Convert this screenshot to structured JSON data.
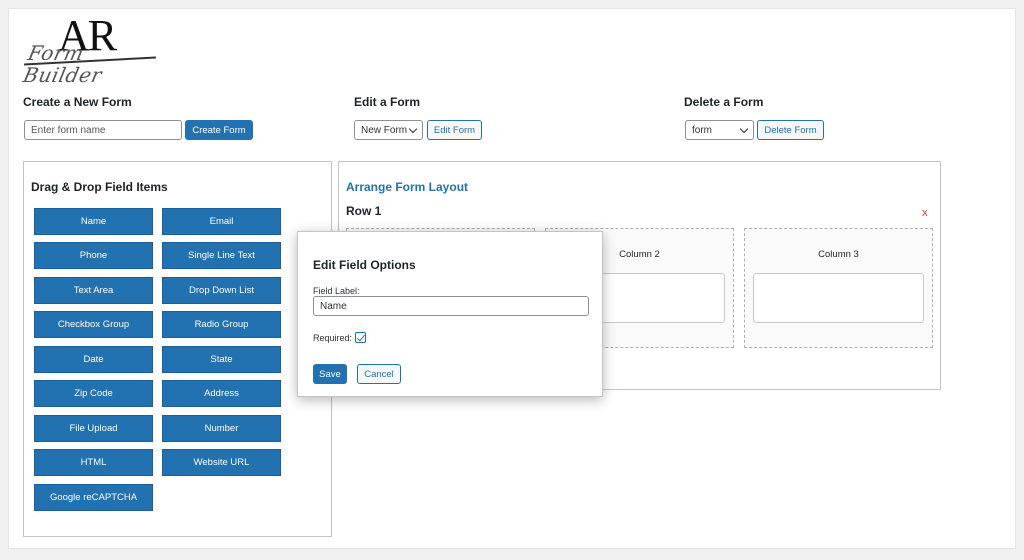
{
  "logo": {
    "initials": "AR",
    "subtitle": "Form Builder"
  },
  "create": {
    "title": "Create a New Form",
    "input_placeholder": "Enter form name",
    "input_value": "",
    "button": "Create Form"
  },
  "edit": {
    "title": "Edit a Form",
    "selected": "New Form",
    "button": "Edit Form"
  },
  "delete": {
    "title": "Delete a Form",
    "selected": "form",
    "button": "Delete Form"
  },
  "fields_panel": {
    "title": "Drag & Drop Field Items",
    "items": [
      "Name",
      "Email",
      "Phone",
      "Single Line Text",
      "Text Area",
      "Drop Down List",
      "Checkbox Group",
      "Radio Group",
      "Date",
      "State",
      "Zip Code",
      "Address",
      "File Upload",
      "Number",
      "HTML",
      "Website URL",
      "Google reCAPTCHA"
    ]
  },
  "layout_panel": {
    "title": "Arrange Form Layout",
    "row_label": "Row 1",
    "remove": "x",
    "columns": [
      "Column 2",
      "Column 3"
    ]
  },
  "modal": {
    "title": "Edit Field Options",
    "field_label": "Field Label:",
    "field_value": "Name",
    "required_label": "Required:",
    "required_checked": true,
    "save": "Save",
    "cancel": "Cancel"
  },
  "colors": {
    "primary": "#2271b1",
    "link": "#2271b1",
    "danger": "#d63638"
  }
}
